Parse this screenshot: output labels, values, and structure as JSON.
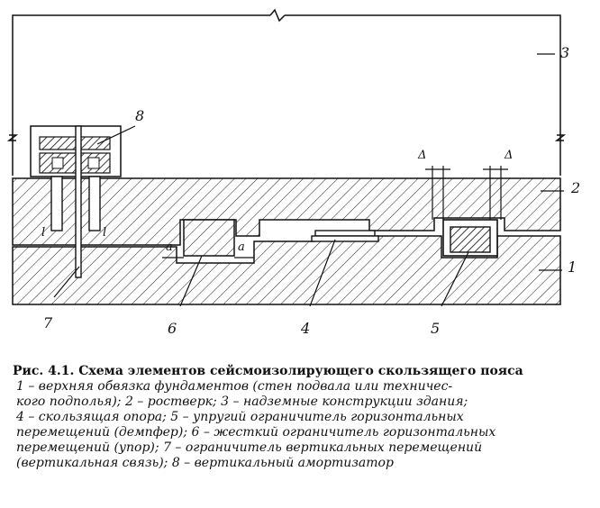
{
  "labels": {
    "l1": "1",
    "l2": "2",
    "l3": "3",
    "l4": "4",
    "l5": "5",
    "l6": "6",
    "l7": "7",
    "l8": "8",
    "a_left": "a",
    "a_right": "a",
    "delta_left": "Δ",
    "delta_right": "Δ",
    "l_left": "l",
    "l_right": "l"
  },
  "caption": {
    "title": "Рис. 4.1. Схема элементов сейсмоизолирующего скользящего пояса",
    "legend_lines": [
      "1 – верхняя обвязка фундаментов (стен подвала или техничес-",
      "кого подполья); 2 – ростверк; 3 – надземные конструкции здания;",
      "4 – скользящая опора; 5 – упругий ограничитель горизонтальных",
      "перемещений (демпфер); 6 – жесткий ограничитель горизонтальных",
      "перемещений (упор); 7 – ограничитель вертикальных перемещений",
      "(вертикальная связь); 8 – вертикальный амортизатор"
    ]
  }
}
